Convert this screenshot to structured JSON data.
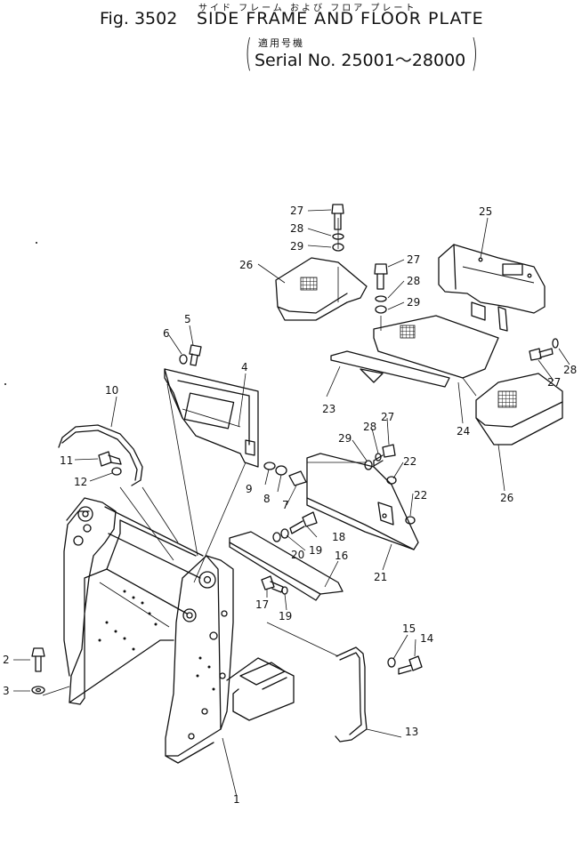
{
  "header": {
    "figure_label": "Fig. 3502",
    "title_kana": "サイド フレーム および フロア プレート",
    "title": "SIDE FRAME AND FLOOR PLATE",
    "serial_kanji": "適用号機",
    "serial_text": "Serial No. 25001～28000"
  },
  "callouts": {
    "c1": "1",
    "c2": "2",
    "c3": "3",
    "c4": "4",
    "c5": "5",
    "c6": "6",
    "c7": "7",
    "c8": "8",
    "c9": "9",
    "c10": "10",
    "c11": "11",
    "c12": "12",
    "c13": "13",
    "c14": "14",
    "c15": "15",
    "c16": "16",
    "c17": "17",
    "c18": "18",
    "c19": "19",
    "c20": "20",
    "c21": "21",
    "c22": "22",
    "c23": "23",
    "c24": "24",
    "c25": "25",
    "c26": "26",
    "c27": "27",
    "c28": "28",
    "c29": "29"
  }
}
